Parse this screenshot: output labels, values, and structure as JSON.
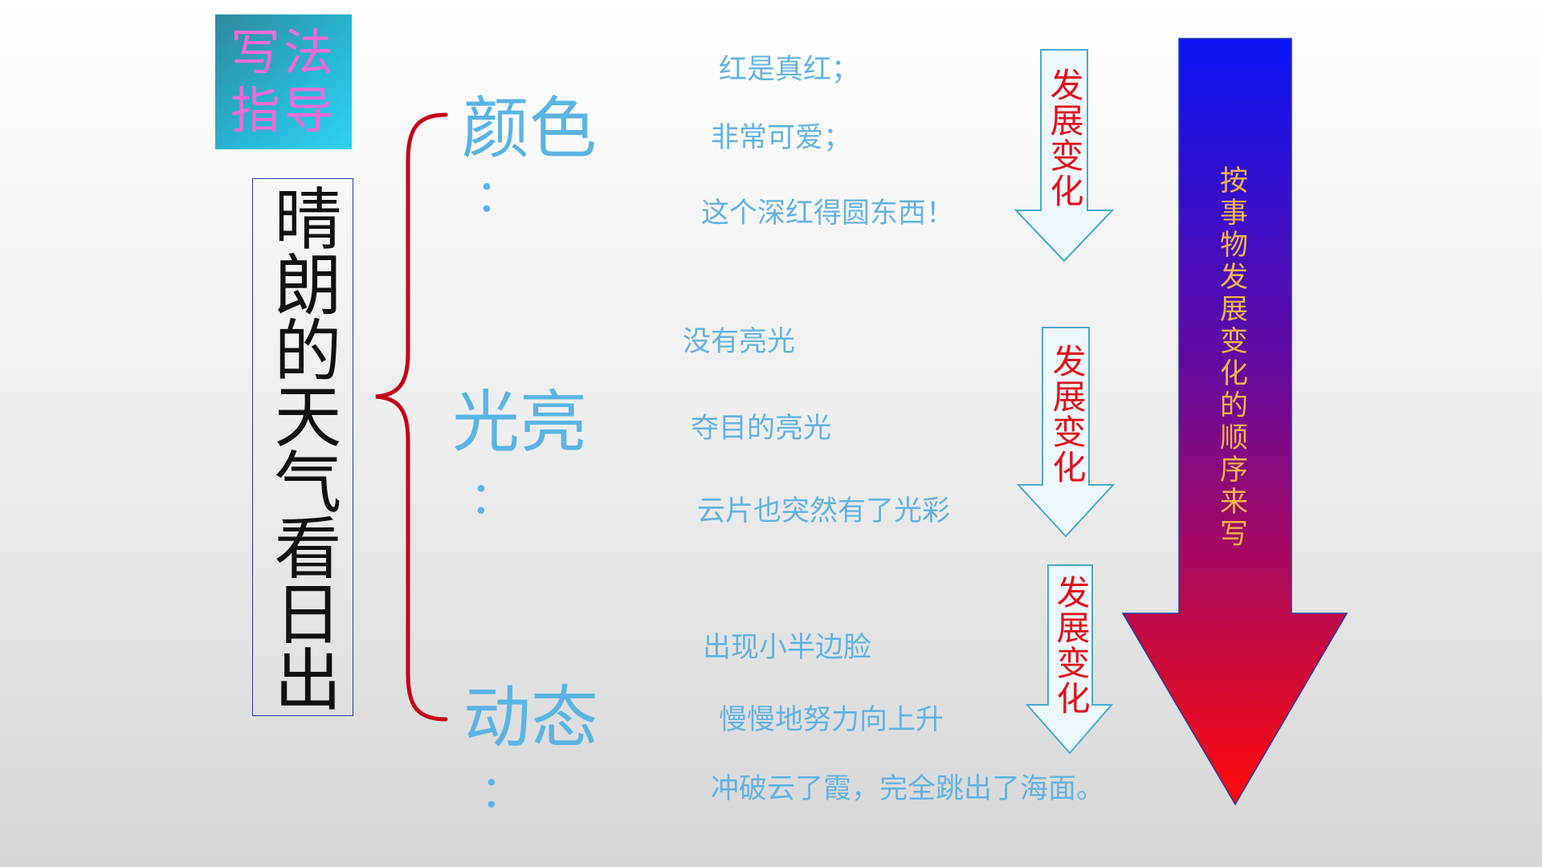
{
  "badge": {
    "line1": "写法",
    "line2": "指导"
  },
  "title": "晴朗的天气看日出",
  "sections": [
    {
      "topic": "颜色",
      "colon": "：",
      "phrases": [
        "红是真红；",
        "非常可爱；",
        "这个深红得圆东西！"
      ],
      "arrow_label": "发展变化"
    },
    {
      "topic": "光亮",
      "colon": "：",
      "phrases": [
        "没有亮光",
        "夺目的亮光",
        "云片也突然有了光彩"
      ],
      "arrow_label": "发展变化"
    },
    {
      "topic": "动态",
      "colon": "：",
      "phrases": [
        "出现小半边脸",
        "慢慢地努力向上升",
        "冲破云了霞，完全跳出了海面。"
      ],
      "arrow_label": "发展变化"
    }
  ],
  "big_arrow_label": "按事物发展变化的顺序来写",
  "colors": {
    "brace": "#c4001a",
    "topic": "#5ab4e2",
    "phrase": "#63b2e0",
    "arrow_label": "#e0101c",
    "big_arrow_top": "#0a14f5",
    "big_arrow_bottom": "#ff0a0a",
    "big_arrow_label": "#f2b44c",
    "badge_text": "#f06ad8",
    "badge_bg": "#28b8d8"
  }
}
